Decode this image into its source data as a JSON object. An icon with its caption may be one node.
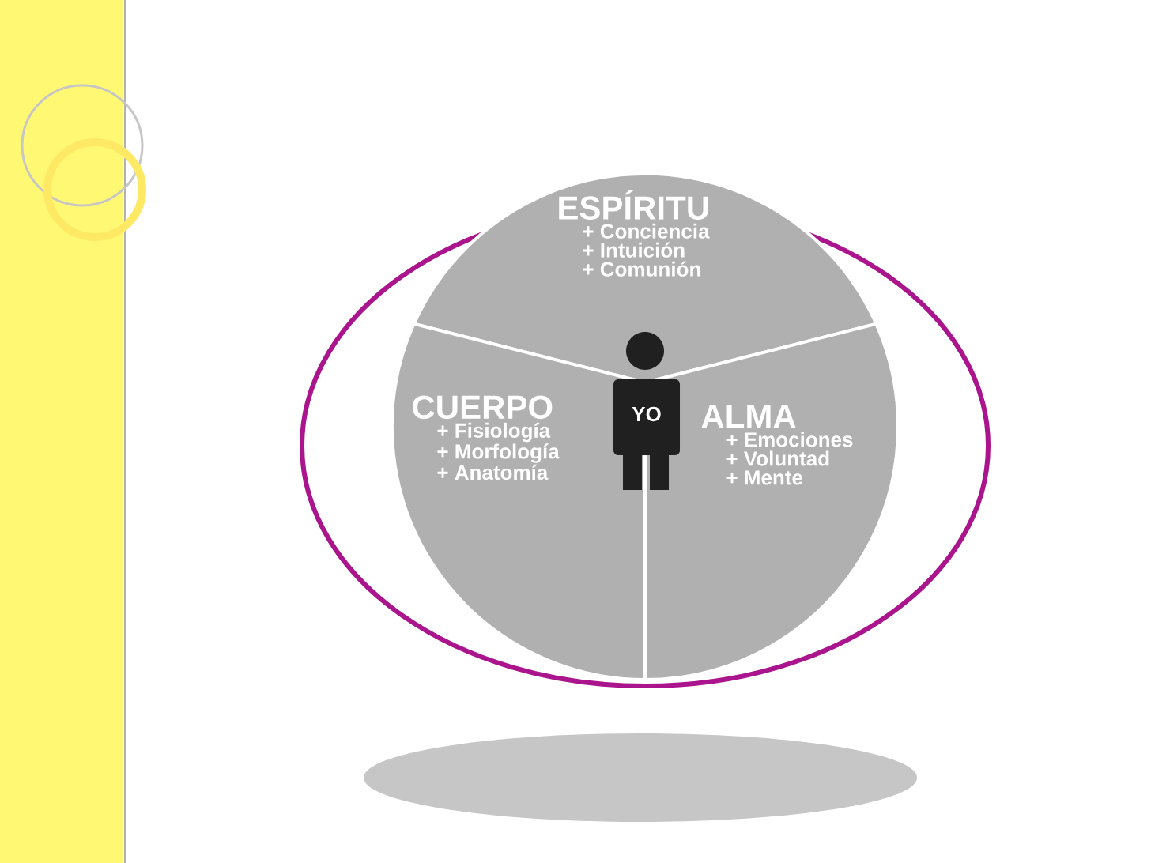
{
  "diagram": {
    "nodes": [
      {
        "text": [
          "ESPÍRITU",
          "+ Conciencia",
          "+ Intuición",
          "+ Comunión"
        ]
      },
      {
        "text": [
          "CUERPO",
          "+ Fisiología",
          "+ Morfología",
          "+ Anatomía"
        ]
      },
      {
        "text": [
          "ALMA",
          "+ Emociones",
          "+ Voluntad",
          "+ Mente"
        ]
      },
      {
        "text": [
          "YO"
        ]
      }
    ]
  }
}
